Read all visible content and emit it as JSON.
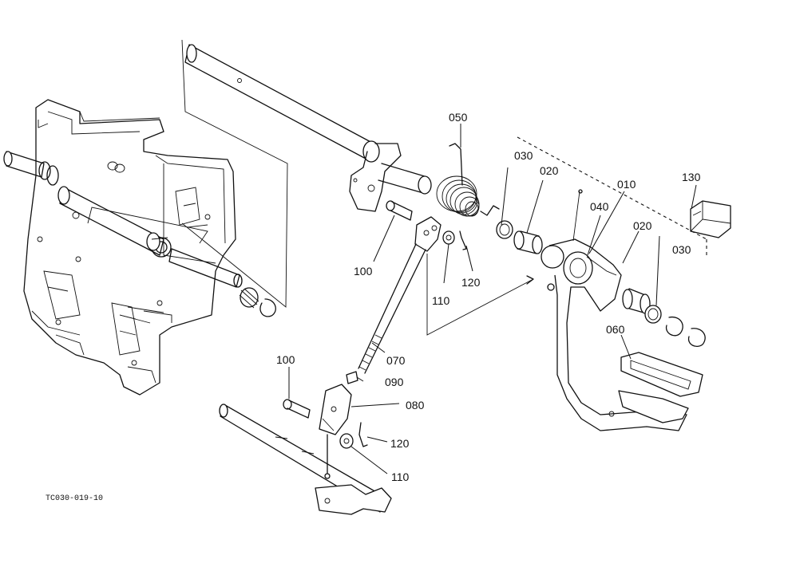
{
  "diagram_code": "TC030-019-10",
  "parts": [
    {
      "id": "050"
    },
    {
      "id": "030"
    },
    {
      "id": "020"
    },
    {
      "id": "010"
    },
    {
      "id": "040"
    },
    {
      "id": "130"
    },
    {
      "id": "020"
    },
    {
      "id": "030"
    },
    {
      "id": "100"
    },
    {
      "id": "110"
    },
    {
      "id": "120"
    },
    {
      "id": "060"
    },
    {
      "id": "070"
    },
    {
      "id": "100"
    },
    {
      "id": "090"
    },
    {
      "id": "080"
    },
    {
      "id": "120"
    },
    {
      "id": "110"
    }
  ]
}
